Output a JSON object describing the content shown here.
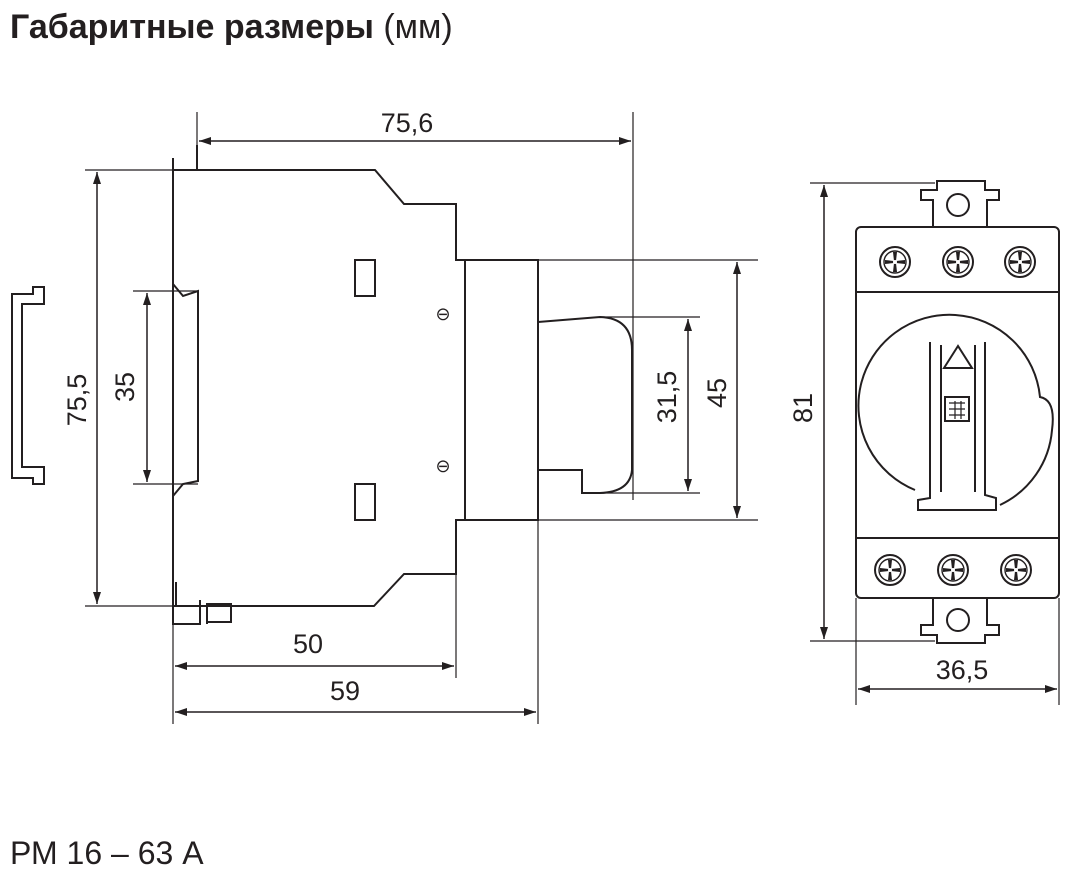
{
  "title": {
    "bold": "Габаритные размеры",
    "unit": "(мм)"
  },
  "model": "РМ 16 – 63 А",
  "dimensions": {
    "overall_width": "75,6",
    "overall_height": "75,5",
    "rail_width": "35",
    "depth_body": "50",
    "depth_total": "59",
    "handle_height": "31,5",
    "front_height": "45",
    "front_view_height": "81",
    "front_view_width": "36,5"
  },
  "symbols": {
    "ground_mark": "⊖"
  },
  "colors": {
    "line": "#231f20",
    "background": "#ffffff"
  }
}
